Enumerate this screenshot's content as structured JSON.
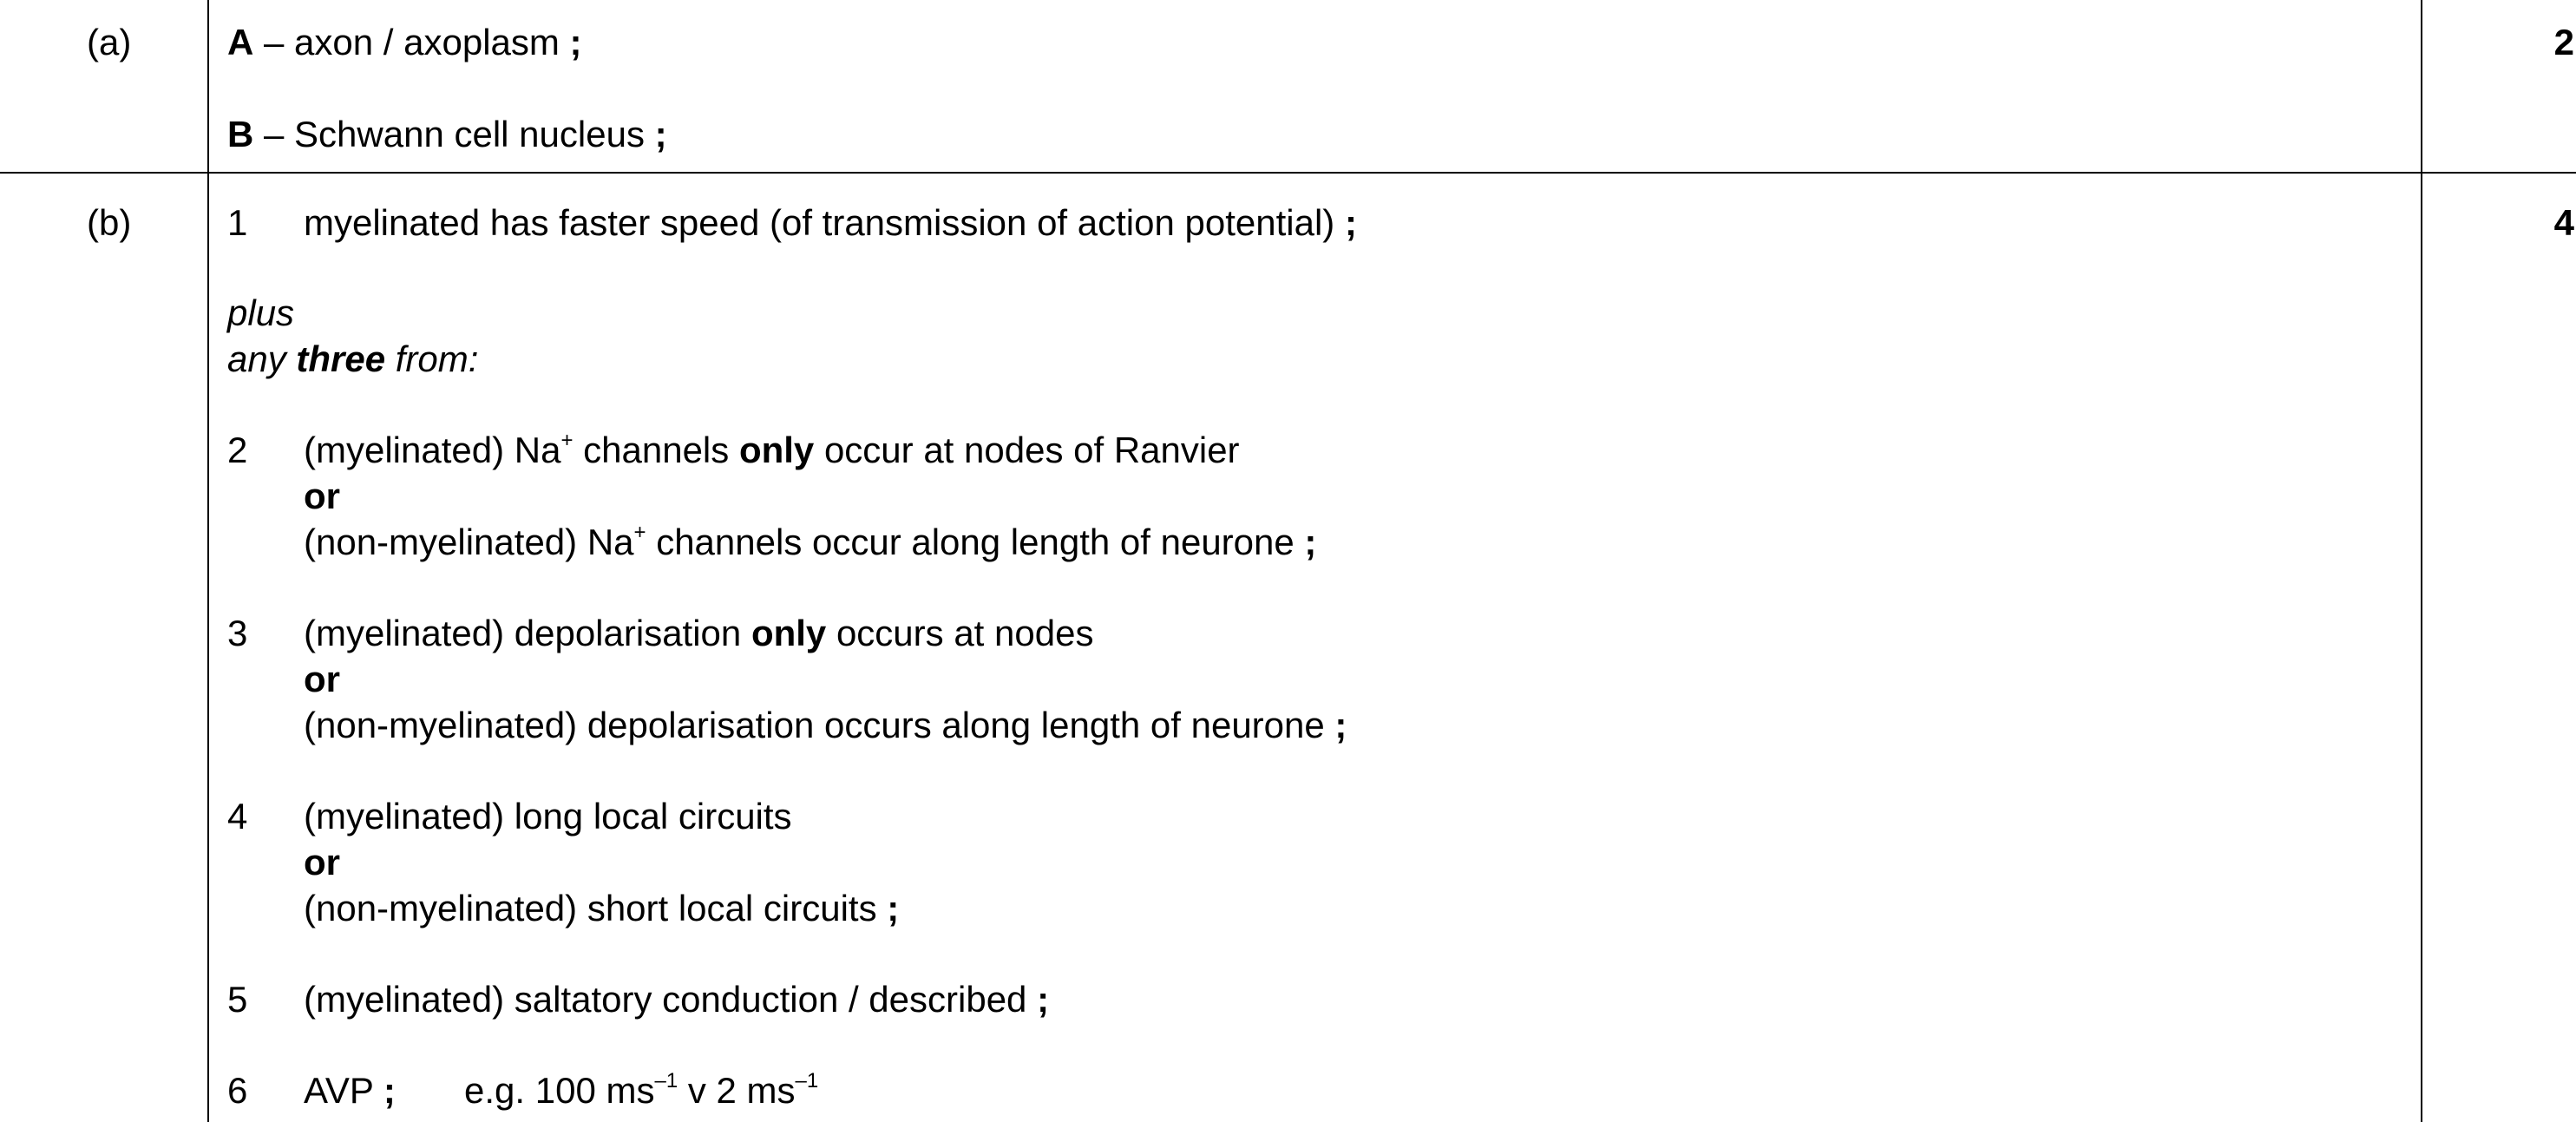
{
  "part_a": {
    "label": "(a)",
    "marks": "2",
    "answers": [
      {
        "letter": "A",
        "text": " – axon / axoplasm ",
        "end": ";"
      },
      {
        "letter": "B",
        "text": " – Schwann cell nucleus ",
        "end": ";"
      }
    ]
  },
  "part_b": {
    "label": "(b)",
    "marks": "4",
    "point1": {
      "num": "1",
      "text": "myelinated has faster speed (of transmission of action potential) ",
      "end": ";"
    },
    "plus": "plus",
    "any_pre": "any ",
    "any_bold": "three",
    "any_post": " from:",
    "or": "or",
    "point2": {
      "num": "2",
      "line1_pre": "(myelinated) Na",
      "sup": "+",
      "line1_mid": " channels ",
      "line1_bold": "only",
      "line1_post": " occur at nodes of Ranvier",
      "line2_pre": "(non-myelinated) Na",
      "line2_post": " channels occur along length of neurone ",
      "end": ";"
    },
    "point3": {
      "num": "3",
      "line1_pre": "(myelinated) depolarisation ",
      "line1_bold": "only",
      "line1_post": " occurs at nodes",
      "line2": "(non-myelinated) depolarisation occurs along length of neurone ",
      "end": ";"
    },
    "point4": {
      "num": "4",
      "line1": "(myelinated) long local circuits",
      "line2": "(non-myelinated) short local circuits ",
      "end": ";"
    },
    "point5": {
      "num": "5",
      "text": "(myelinated) saltatory conduction / described ",
      "end": ";"
    },
    "point6": {
      "num": "6",
      "text": "AVP ",
      "end": ";",
      "example_pre": "e.g. 100 ms",
      "example_sup": "–1",
      "example_mid": " v 2 ms",
      "example_sup2": "–1"
    }
  }
}
